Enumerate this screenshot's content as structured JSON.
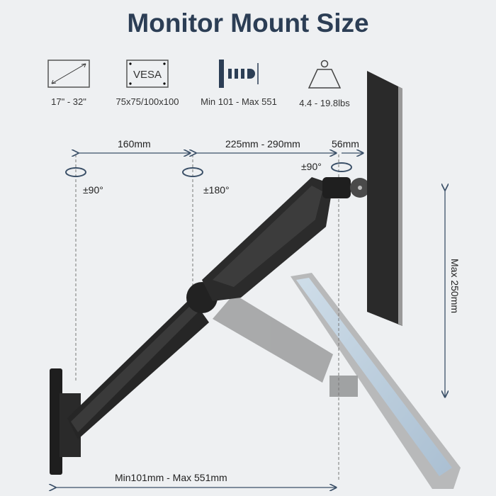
{
  "title": "Monitor Mount Size",
  "specs": [
    {
      "icon": "screen-size-icon",
      "label": "17\" - 32\""
    },
    {
      "icon": "vesa-icon",
      "icon_text": "VESA",
      "label": "75x75/100x100"
    },
    {
      "icon": "extension-icon",
      "label": "Min 101 - Max 551"
    },
    {
      "icon": "weight-icon",
      "label": "4.4 - 19.8lbs"
    }
  ],
  "dimensions": {
    "arm1": "160mm",
    "arm2": "225mm - 290mm",
    "head": "56mm",
    "rot1": "±90°",
    "rot2": "±180°",
    "rot3": "±90°",
    "height": "Max 250mm",
    "extension": "Min101mm - Max 551mm"
  },
  "colors": {
    "accent": "#2c3e55",
    "background": "#eef0f2"
  }
}
